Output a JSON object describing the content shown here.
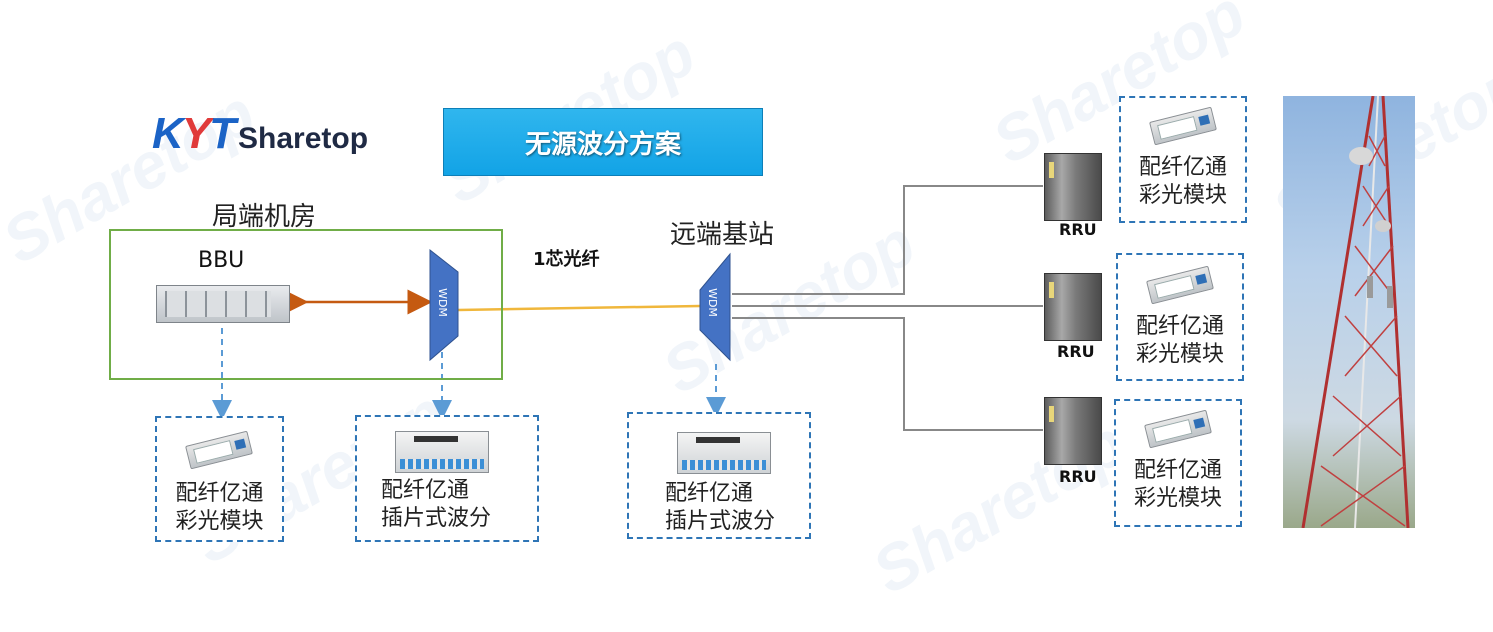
{
  "logo": {
    "kyt": "KYT",
    "sharetop": "Sharetop"
  },
  "title": "无源波分方案",
  "central_office": {
    "label": "局端机房",
    "bbu_label": "BBU",
    "wdm_label": "WDM"
  },
  "fiber_label": "1芯光纤",
  "remote_site": {
    "label": "远端基站",
    "wdm_label": "WDM"
  },
  "rru_labels": [
    "RRU",
    "RRU",
    "RRU"
  ],
  "modules": {
    "bbu_module": [
      "配纤亿通",
      "彩光模块"
    ],
    "co_wdm_module": [
      "配纤亿通",
      "插片式波分"
    ],
    "remote_wdm_module": [
      "配纤亿通",
      "插片式波分"
    ],
    "rru_module_1": [
      "配纤亿通",
      "彩光模块"
    ],
    "rru_module_2": [
      "配纤亿通",
      "彩光模块"
    ],
    "rru_module_3": [
      "配纤亿通",
      "彩光模块"
    ]
  },
  "colors": {
    "title_bg": "#12a3e6",
    "room_border": "#70ad47",
    "dashed_border": "#2e75b6",
    "fiber_line": "#f0b73c",
    "bbu_link": "#c55a11",
    "wdm_fill": "#4472c4",
    "logo_blue": "#1b63c6",
    "logo_red": "#e03a3a"
  },
  "icons": [
    "wifi-icon",
    "sfp-module-icon",
    "cwdm-module-icon",
    "rru-icon",
    "bbu-icon",
    "tower-photo"
  ]
}
